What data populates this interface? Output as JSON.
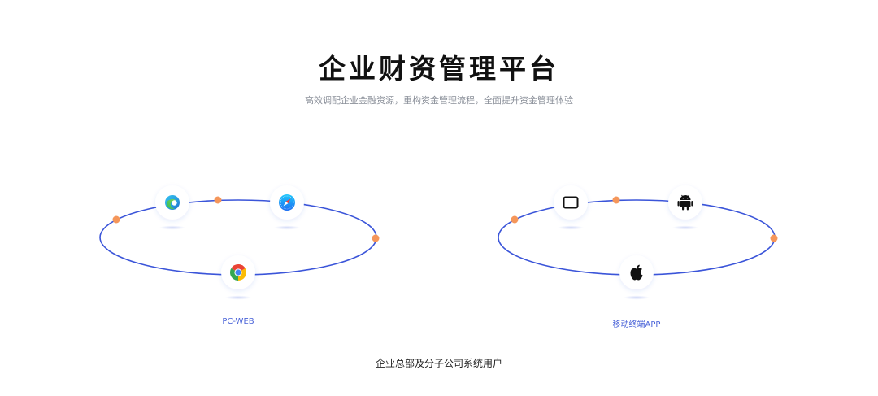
{
  "header": {
    "title": "企业财资管理平台",
    "subtitle": "高效调配企业金融资源，重构资金管理流程，全面提升资金管理体验"
  },
  "platforms": [
    {
      "label": "PC-WEB",
      "icons": [
        "edge-icon",
        "safari-icon",
        "chrome-icon"
      ]
    },
    {
      "label": "移动终端APP",
      "icons": [
        "tablet-icon",
        "android-icon",
        "apple-icon"
      ]
    }
  ],
  "footer": {
    "note": "企业总部及分子公司系统用户"
  },
  "colors": {
    "orbit": "#3b55d9",
    "dot": "#f5965a",
    "label": "#4a63d8"
  }
}
